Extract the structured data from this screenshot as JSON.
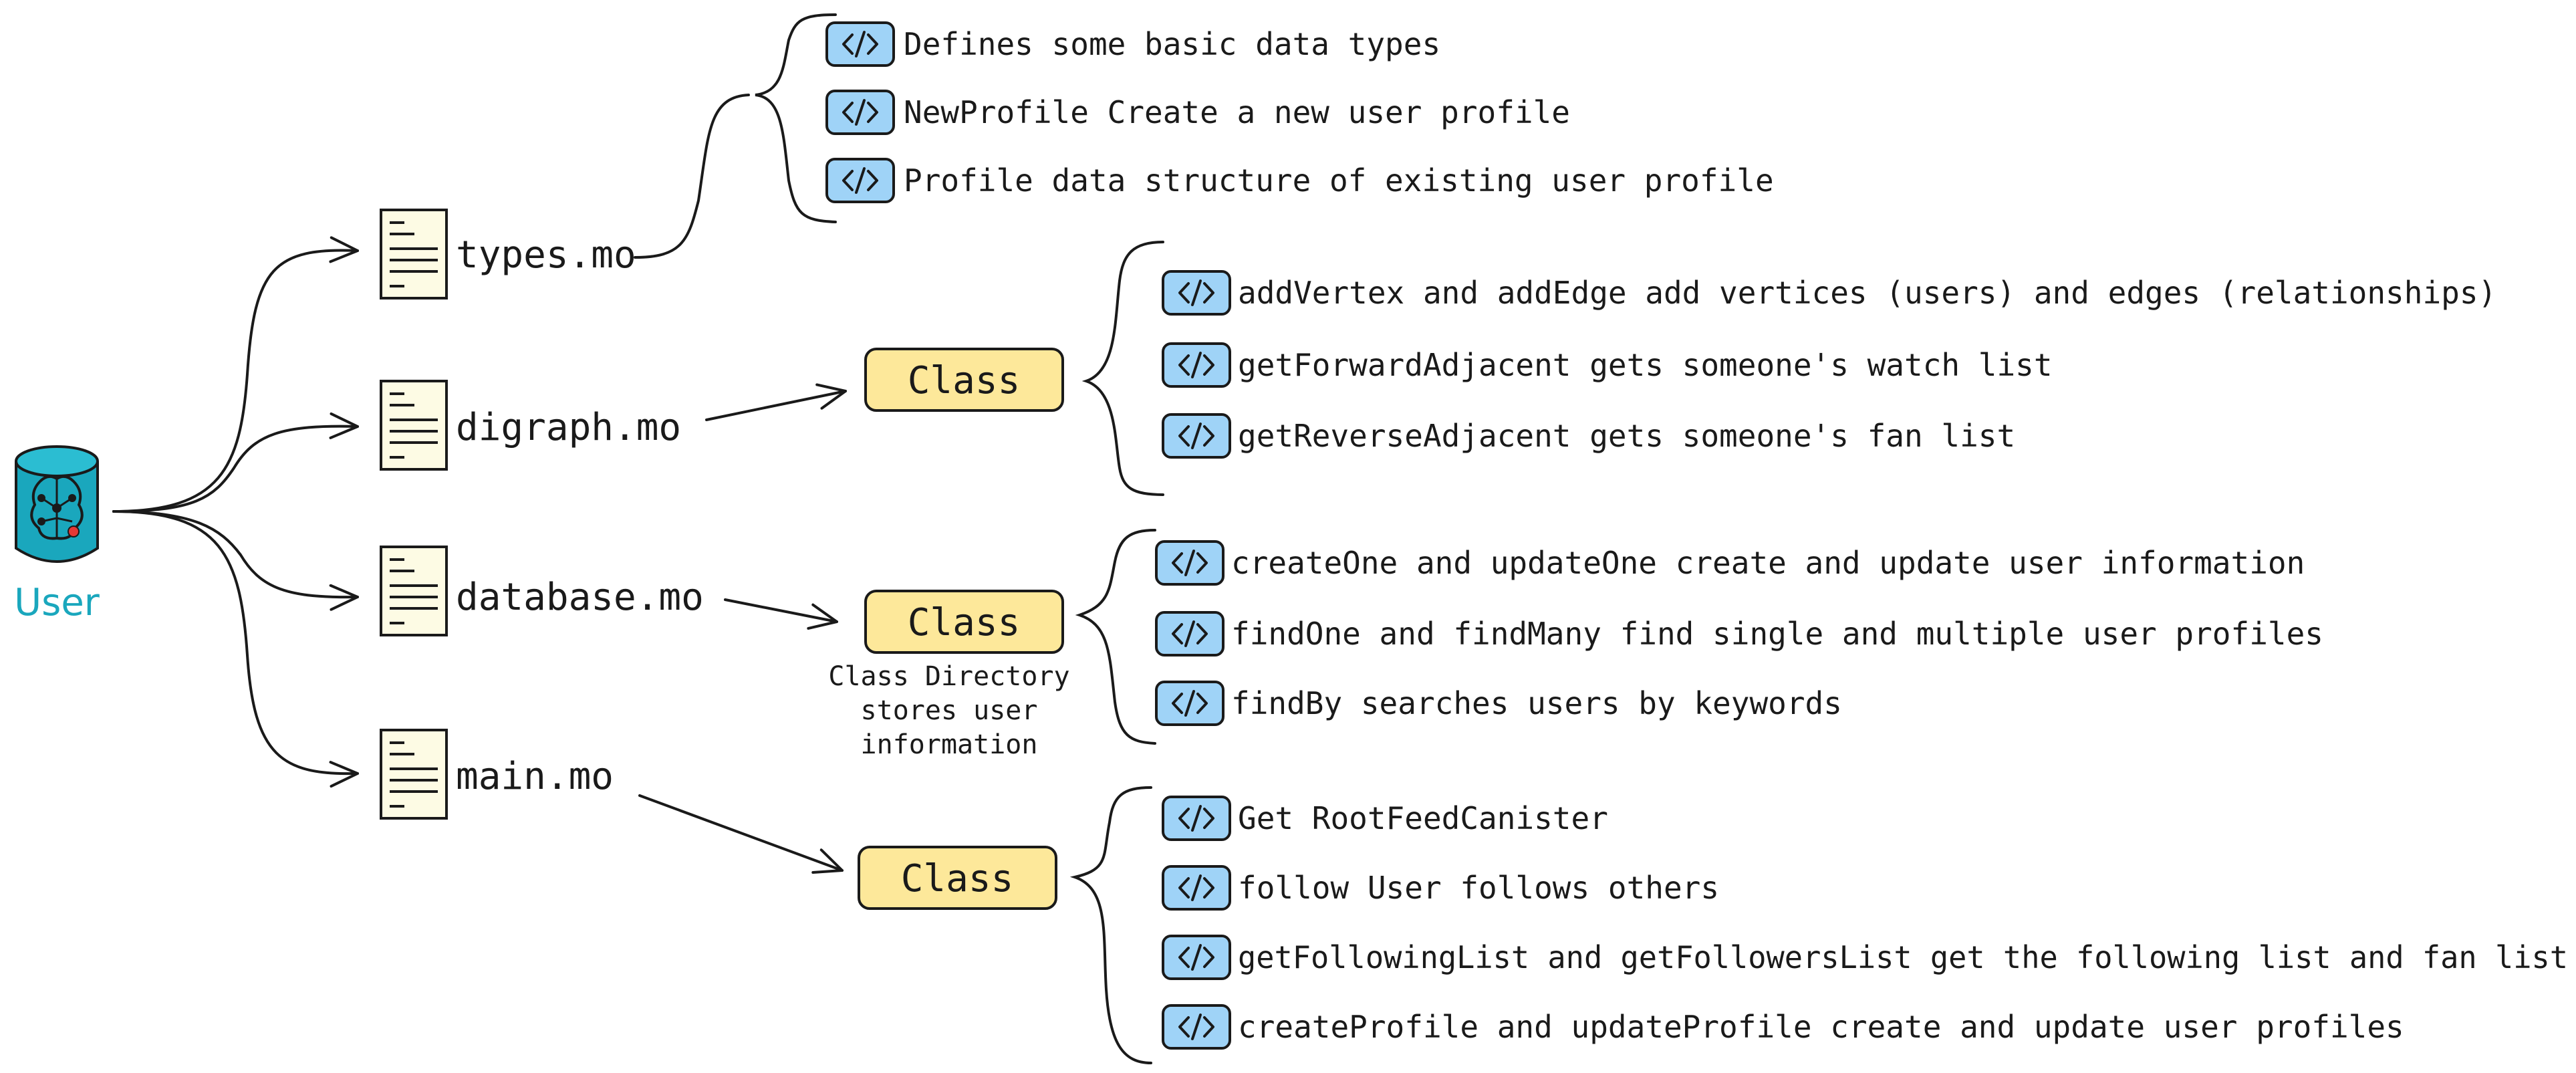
{
  "user": {
    "label": "User",
    "icon": "database-brain-icon",
    "color": "#1aa7bd"
  },
  "files": [
    {
      "name": "types.mo",
      "items": [
        "Defines some basic data types",
        "NewProfile Create a new user profile",
        "Profile data structure of existing user profile"
      ]
    },
    {
      "name": "digraph.mo",
      "class_label": "Class",
      "items": [
        "addVertex and addEdge add vertices (users) and edges (relationships)",
        "getForwardAdjacent gets someone's watch list",
        "getReverseAdjacent gets someone's fan list"
      ]
    },
    {
      "name": "database.mo",
      "class_label": "Class",
      "class_note": [
        "Class Directory",
        "stores user",
        "information"
      ],
      "items": [
        "createOne and updateOne create and update user information",
        "findOne and findMany find single and multiple user profiles",
        "findBy searches users by keywords"
      ]
    },
    {
      "name": "main.mo",
      "class_label": "Class",
      "items": [
        "Get RootFeedCanister",
        "follow User follows others",
        "getFollowingList and getFollowersList get the following list and fan list",
        "createProfile and updateProfile create and update user profiles"
      ]
    }
  ],
  "icons": {
    "file": "document-icon",
    "code": "code-icon"
  },
  "colors": {
    "file_fill": "#fdfbe4",
    "class_fill": "#fde89a",
    "code_fill": "#9fd3f7",
    "user_teal": "#1aa7bd"
  }
}
